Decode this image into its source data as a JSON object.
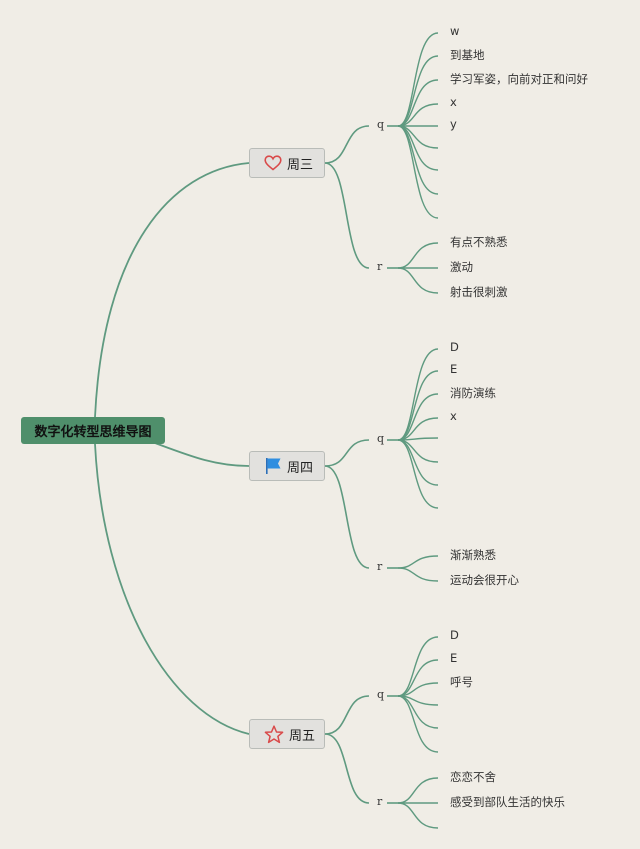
{
  "root": {
    "title": "数字化转型思维导图"
  },
  "colors": {
    "branch": "#5f9a80",
    "root_fill": "#4f8f6b",
    "background": "#f0ede6"
  },
  "days": [
    {
      "label": "周三",
      "icon": "heart-icon",
      "q": {
        "label": "q",
        "items": [
          "w",
          "到基地",
          "学习军姿，向前对正和问好",
          "x",
          "y",
          "",
          "",
          "",
          ""
        ]
      },
      "r": {
        "label": "r",
        "items": [
          "有点不熟悉",
          "激动",
          "射击很刺激"
        ]
      }
    },
    {
      "label": "周四",
      "icon": "flag-icon",
      "q": {
        "label": "q",
        "items": [
          "D",
          "E",
          "消防演练",
          "x",
          "",
          "",
          "",
          ""
        ]
      },
      "r": {
        "label": "r",
        "items": [
          "渐渐熟悉",
          "运动会很开心"
        ]
      }
    },
    {
      "label": "周五",
      "icon": "star-icon",
      "q": {
        "label": "q",
        "items": [
          "D",
          "E",
          "呼号",
          "",
          "",
          ""
        ]
      },
      "r": {
        "label": "r",
        "items": [
          "恋恋不舍",
          "感受到部队生活的快乐",
          ""
        ]
      }
    }
  ]
}
